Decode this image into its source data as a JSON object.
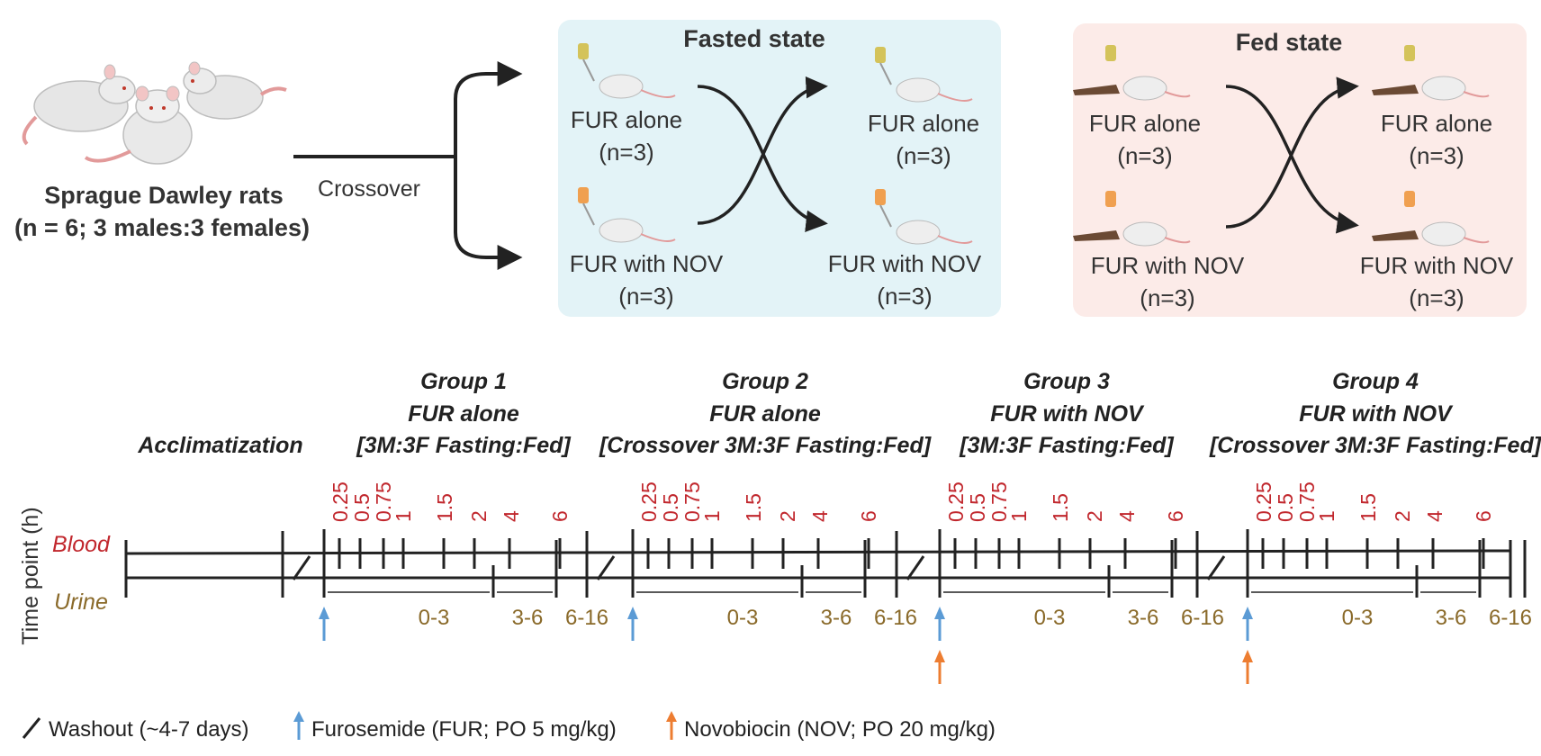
{
  "colors": {
    "fasted_bg": "#e3f3f7",
    "fed_bg": "#fcebe8",
    "blood_red": "#c1272d",
    "urine_brown": "#8a6a2a",
    "fur_blue": "#5b9bd5",
    "nov_orange": "#ed7d31",
    "line": "#222222",
    "text": "#333333"
  },
  "top": {
    "rats_label_line1": "Sprague Dawley rats",
    "rats_label_line2": "(n = 6; 3 males:3 females)",
    "crossover_label": "Crossover",
    "fasted": {
      "title": "Fasted state",
      "left_top_line1": "FUR alone",
      "left_top_line2": "(n=3)",
      "left_bottom_line1": "FUR with NOV",
      "left_bottom_line2": "(n=3)",
      "right_top_line1": "FUR alone",
      "right_top_line2": "(n=3)",
      "right_bottom_line1": "FUR with NOV",
      "right_bottom_line2": "(n=3)"
    },
    "fed": {
      "title": "Fed state",
      "left_top_line1": "FUR alone",
      "left_top_line2": "(n=3)",
      "left_bottom_line1": "FUR with NOV",
      "left_bottom_line2": "(n=3)",
      "right_top_line1": "FUR alone",
      "right_top_line2": "(n=3)",
      "right_bottom_line1": "FUR with NOV",
      "right_bottom_line2": "(n=3)"
    }
  },
  "timeline": {
    "y_axis_label": "Time point (h)",
    "blood_label": "Blood",
    "urine_label": "Urine",
    "acclimatization": "Acclimatization",
    "groups": [
      {
        "line1": "Group 1",
        "line2": "FUR alone",
        "line3": "[3M:3F Fasting:Fed]"
      },
      {
        "line1": "Group 2",
        "line2": "FUR alone",
        "line3": "[Crossover 3M:3F Fasting:Fed]"
      },
      {
        "line1": "Group 3",
        "line2": "FUR with NOV",
        "line3": "[3M:3F Fasting:Fed]"
      },
      {
        "line1": "Group 4",
        "line2": "FUR with NOV",
        "line3": "[Crossover 3M:3F Fasting:Fed]"
      }
    ],
    "blood_timepoints": [
      "0.25",
      "0.5",
      "0.75",
      "1",
      "1.5",
      "2",
      "4",
      "6"
    ],
    "urine_intervals": [
      "0-3",
      "3-6",
      "6-16"
    ],
    "group_has_nov": [
      false,
      false,
      true,
      true
    ]
  },
  "legend": {
    "washout": "Washout (~4-7 days)",
    "furosemide": "Furosemide (FUR; PO 5 mg/kg)",
    "novobiocin": "Novobiocin (NOV; PO 20 mg/kg)"
  }
}
